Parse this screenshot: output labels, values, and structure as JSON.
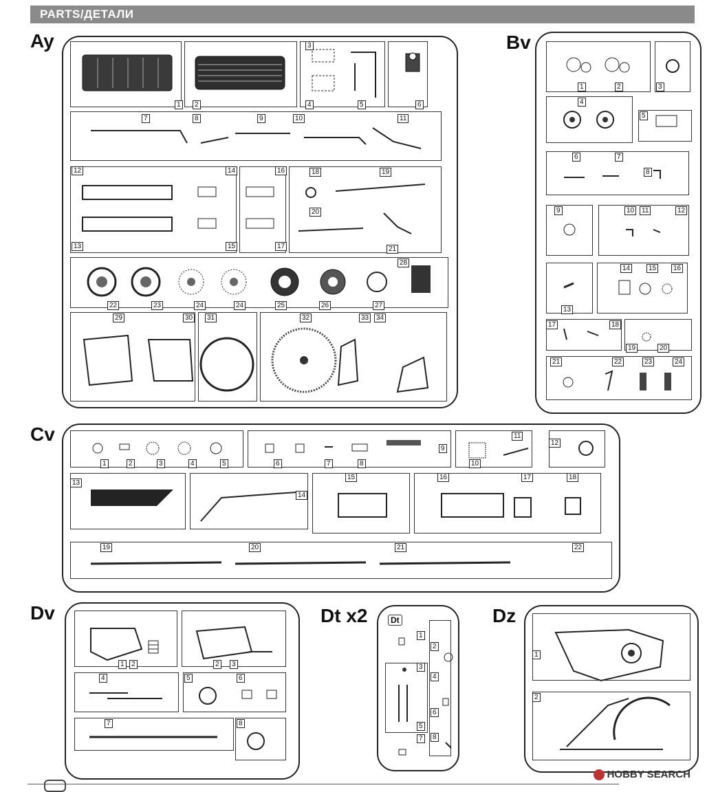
{
  "header": {
    "title": "PARTS/ДЕТАЛИ"
  },
  "footer": {
    "watermark": "HOBBY SEARCH"
  },
  "sprues": {
    "A": {
      "label": "Ay",
      "tag": "Ay",
      "parts": [
        "1",
        "2",
        "3",
        "4",
        "5",
        "6",
        "7",
        "8",
        "9",
        "10",
        "11",
        "12",
        "13",
        "14",
        "15",
        "16",
        "17",
        "18",
        "19",
        "20",
        "21",
        "22",
        "23",
        "24",
        "24",
        "25",
        "26",
        "27",
        "28",
        "29",
        "30",
        "31",
        "32",
        "33",
        "34"
      ]
    },
    "B": {
      "label": "Bv",
      "tag": "Bv",
      "parts": [
        "1",
        "2",
        "3",
        "4",
        "5",
        "6",
        "7",
        "8",
        "9",
        "10",
        "11",
        "12",
        "13",
        "14",
        "15",
        "16",
        "17",
        "18",
        "19",
        "20",
        "21",
        "22",
        "23",
        "24"
      ]
    },
    "C": {
      "label": "Cv",
      "tag": "Cv",
      "parts": [
        "1",
        "2",
        "3",
        "4",
        "5",
        "6",
        "7",
        "8",
        "9",
        "10",
        "11",
        "12",
        "13",
        "14",
        "15",
        "16",
        "17",
        "18",
        "19",
        "20",
        "21",
        "22"
      ]
    },
    "D": {
      "label": "Dv",
      "tag": "Dv",
      "parts": [
        "1",
        "2",
        "2",
        "3",
        "4",
        "5",
        "6",
        "7",
        "8"
      ]
    },
    "Dt": {
      "label": "Dt x2",
      "tag": "Dt",
      "parts": [
        "1",
        "2",
        "3",
        "4",
        "5",
        "6",
        "7",
        "8"
      ]
    },
    "Dz": {
      "label": "Dz",
      "tag": "Dz",
      "parts": [
        "1",
        "2"
      ]
    }
  }
}
